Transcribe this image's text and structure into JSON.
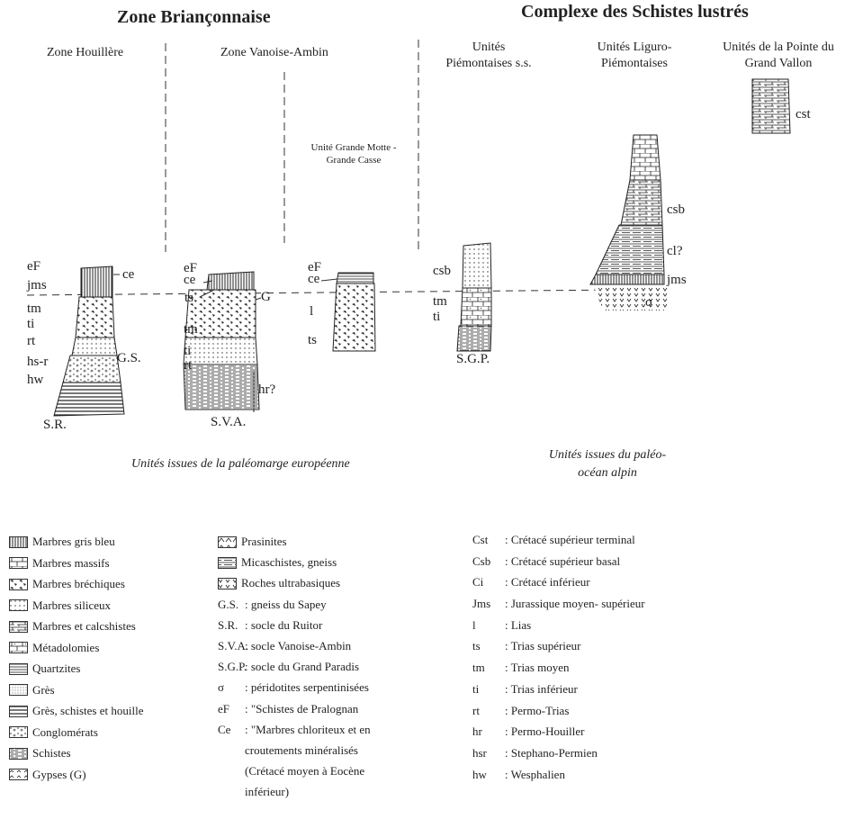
{
  "titles": {
    "zone_briancon": "Zone Briançonnaise",
    "complexe": "Complexe des Schistes lustrés"
  },
  "headers": {
    "houillere": "Zone Houillère",
    "vanoise": "Zone Vanoise-Ambin",
    "grande_motte_1": "Unité Grande Motte -",
    "grande_motte_2": "Grande Casse",
    "piemont_1": "Unités",
    "piemont_2": "Piémontaises s.s.",
    "liguro_1": "Unités Liguro-",
    "liguro_2": "Piémontaises",
    "pointe_1": "Unités de la Pointe du",
    "pointe_2": "Grand Vallon"
  },
  "column_labels": {
    "c1": {
      "eF": "eF",
      "jms": "jms",
      "tm": "tm",
      "ti": "ti",
      "rt": "rt",
      "hsr": "hs-r",
      "hw": "hw",
      "ce": "ce",
      "gs": "G.S.",
      "sr": "S.R."
    },
    "c2": {
      "eF": "eF",
      "ce": "ce",
      "ts": "ts",
      "tm": "tm",
      "ti": "ti",
      "rt": "rt",
      "g": "G",
      "hr": "hr?",
      "sva": "S.V.A."
    },
    "c3": {
      "eF": "eF",
      "ce": "ce",
      "l": "l",
      "ts": "ts"
    },
    "c4": {
      "csb": "csb",
      "tm": "tm",
      "ti": "ti",
      "sgp": "S.G.P."
    },
    "c5": {
      "csb": "csb",
      "cl": "cl?",
      "jms": "jms",
      "sigma": "σ"
    },
    "c6": {
      "cst": "cst"
    }
  },
  "captions": {
    "euro": "Unités issues de la paléomarge européenne",
    "alpin_1": "Unités issues du paléo-",
    "alpin_2": "océan alpin"
  },
  "legend_col1": [
    {
      "label": "Marbres gris bleu",
      "pattern": "vlines"
    },
    {
      "label": "Marbres massifs",
      "pattern": "blocks"
    },
    {
      "label": "Marbres bréchiques",
      "pattern": "breccia"
    },
    {
      "label": "Marbres siliceux",
      "pattern": "dots"
    },
    {
      "label": "Marbres et calcshistes",
      "pattern": "calc"
    },
    {
      "label": "Métadolomies",
      "pattern": "dolo"
    },
    {
      "label": "Quartzites",
      "pattern": "hlines"
    },
    {
      "label": "Grès",
      "pattern": "finedots"
    },
    {
      "label": "Grès, schistes et houille",
      "pattern": "coal"
    },
    {
      "label": "Conglomérats",
      "pattern": "conglo"
    },
    {
      "label": "Schistes",
      "pattern": "schist"
    },
    {
      "label": "Gypses (G)",
      "pattern": "gypse"
    }
  ],
  "legend_col2": [
    {
      "key": "",
      "label": "Prasinites",
      "pattern": "prasin"
    },
    {
      "key": "",
      "label": "Micaschistes, gneiss",
      "pattern": "mica"
    },
    {
      "key": "",
      "label": "Roches ultrabasiques",
      "pattern": "ultra"
    },
    {
      "key": "G.S.",
      "label": ": gneiss du Sapey"
    },
    {
      "key": "S.R.",
      "label": ": socle du Ruitor"
    },
    {
      "key": "S.V.A.",
      "label": ": socle Vanoise-Ambin"
    },
    {
      "key": "S.G.P.",
      "label": ": socle du Grand Paradis"
    },
    {
      "key": "σ",
      "label": ": péridotites serpentinisées"
    },
    {
      "key": "eF",
      "label": ": \"Schistes de Pralognan"
    },
    {
      "key": "Ce",
      "label": ": \"Marbres chloriteux et en"
    },
    {
      "key": "",
      "label": "croutements minéralisés"
    },
    {
      "key": "",
      "label": "(Crétacé moyen à Eocène"
    },
    {
      "key": "",
      "label": "inférieur)"
    }
  ],
  "legend_col3": [
    {
      "key": "Cst",
      "label": ": Crétacé supérieur terminal"
    },
    {
      "key": "Csb",
      "label": ": Crétacé supérieur basal"
    },
    {
      "key": "Ci",
      "label": ": Crétacé inférieur"
    },
    {
      "key": "Jms",
      "label": ": Jurassique moyen- supérieur"
    },
    {
      "key": "l",
      "label": ": Lias"
    },
    {
      "key": "ts",
      "label": ": Trias supérieur"
    },
    {
      "key": "tm",
      "label": ": Trias moyen"
    },
    {
      "key": "ti",
      "label": ": Trias inférieur"
    },
    {
      "key": "rt",
      "label": ": Permo-Trias"
    },
    {
      "key": "hr",
      "label": ": Permo-Houiller"
    },
    {
      "key": "hsr",
      "label": ": Stephano-Permien"
    },
    {
      "key": "hw",
      "label": ": Wesphalien"
    }
  ]
}
